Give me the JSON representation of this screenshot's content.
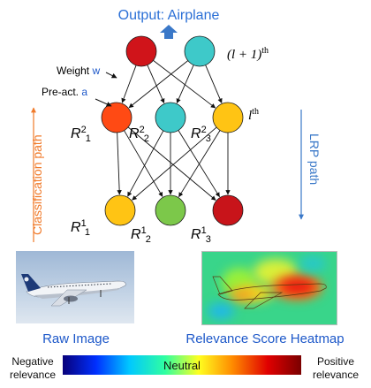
{
  "title": "Output: Airplane",
  "layer_labels": {
    "top": "(l + 1)",
    "top_sup": "th",
    "mid": "l",
    "mid_sup": "th"
  },
  "annotations": {
    "weight_prefix": "Weight ",
    "weight_var": "w",
    "preact_prefix": "Pre-act. ",
    "preact_var": "a"
  },
  "paths": {
    "left": "Classification path",
    "right": "LRP path"
  },
  "nodes": {
    "top": [
      {
        "color": "#d0141a"
      },
      {
        "color": "#3ec9c9"
      }
    ],
    "mid": [
      {
        "label_base": "R",
        "label_sup": "2",
        "label_sub": "1",
        "color": "#ff4a14"
      },
      {
        "label_base": "R",
        "label_sup": "2",
        "label_sub": "2",
        "color": "#3ec9c9"
      },
      {
        "label_base": "R",
        "label_sup": "2",
        "label_sub": "3",
        "color": "#ffc414"
      }
    ],
    "bottom": [
      {
        "label_base": "R",
        "label_sup": "1",
        "label_sub": "1",
        "color": "#ffc414"
      },
      {
        "label_base": "R",
        "label_sup": "1",
        "label_sub": "2",
        "color": "#7cc84a"
      },
      {
        "label_base": "R",
        "label_sup": "1",
        "label_sub": "3",
        "color": "#c8141a"
      }
    ]
  },
  "images": {
    "raw": "Raw Image",
    "heatmap": "Relevance Score Heatmap"
  },
  "colorbar": {
    "left_line1": "Negative",
    "left_line2": "relevance",
    "center": "Neutral",
    "right_line1": "Positive",
    "right_line2": "relevance",
    "stops": [
      "#08007a",
      "#0030ff",
      "#00c8ff",
      "#30ffa0",
      "#ffff20",
      "#ff8c00",
      "#e00000",
      "#7a0000"
    ]
  },
  "colors": {
    "title": "#2a6fd6",
    "path_left": "#f07a2a",
    "path_right": "#3a78c8",
    "var_blue": "#1d58c9",
    "caption": "#1d58c9"
  }
}
